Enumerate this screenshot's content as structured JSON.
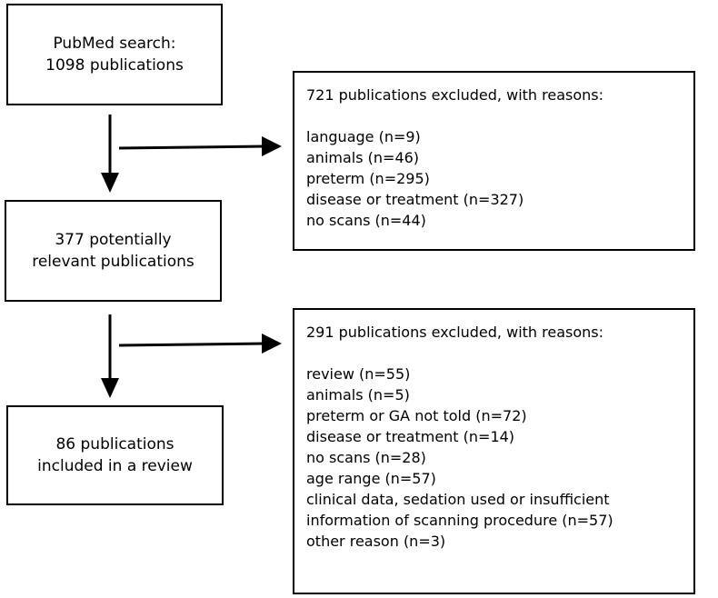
{
  "boxes": {
    "search": {
      "lines": [
        "PubMed search:",
        "1098 publications"
      ]
    },
    "relevant": {
      "lines": [
        "377 potentially",
        "relevant publications"
      ]
    },
    "included": {
      "lines": [
        "86 publications",
        "included in a review"
      ]
    }
  },
  "exclusions": {
    "first": {
      "header": "721 publications excluded, with reasons:",
      "reasons": [
        "language (n=9)",
        "animals (n=46)",
        "preterm (n=295)",
        "disease or treatment (n=327)",
        "no scans (n=44)"
      ]
    },
    "second": {
      "header": "291 publications excluded, with reasons:",
      "reasons": [
        "review (n=55)",
        "animals (n=5)",
        "preterm or GA not told (n=72)",
        "disease or treatment (n=14)",
        "no scans (n=28)",
        "age range (n=57)",
        "clinical data, sedation used or insufficient",
        "information of scanning procedure (n=57)",
        "other reason (n=3)"
      ]
    }
  },
  "colors": {
    "stroke": "#000000",
    "background": "#ffffff"
  }
}
